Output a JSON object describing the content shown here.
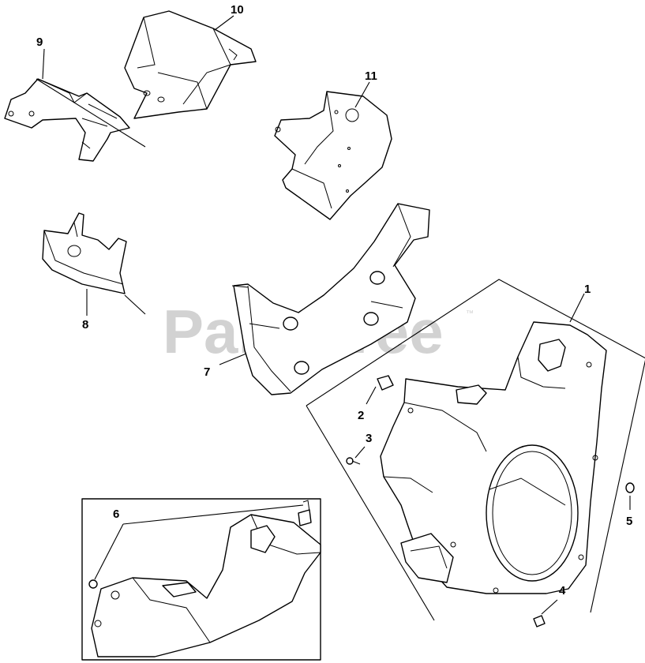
{
  "watermark": {
    "text": "PartsTree",
    "trademark": "™"
  },
  "callouts": [
    "1",
    "2",
    "3",
    "4",
    "5",
    "6",
    "7",
    "8",
    "9",
    "10",
    "11"
  ],
  "inset": {
    "label": "6"
  }
}
